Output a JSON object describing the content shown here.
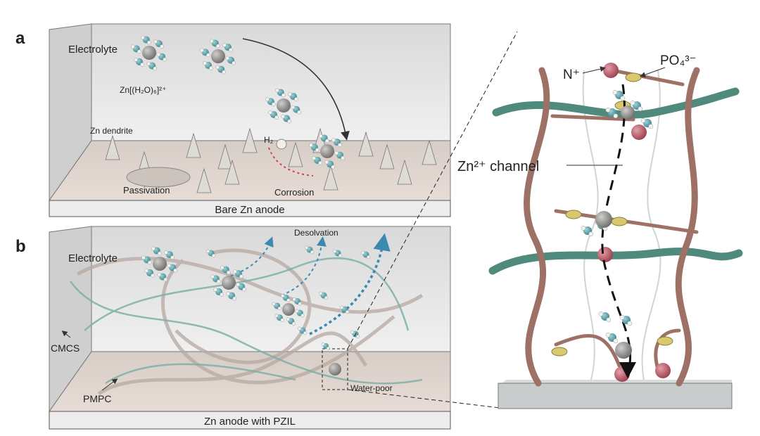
{
  "panel_a": {
    "letter": "a",
    "electrolyte": "Electrolyte",
    "complex": "Zn[(H₂O)₆]²⁺",
    "dendrite": "Zn dendrite",
    "h2": "H₂",
    "passivation": "Passivation",
    "corrosion": "Corrosion",
    "anode": "Bare Zn anode"
  },
  "panel_b": {
    "letter": "b",
    "electrolyte": "Electrolyte",
    "desolvation": "Desolvation",
    "cmcs": "CMCS",
    "pmpc": "PMPC",
    "water_poor": "Water-poor",
    "anode": "Zn anode with PZIL"
  },
  "zoom_panel": {
    "n_plus": "N⁺",
    "phosphate": "PO₄³⁻",
    "channel": "Zn²⁺ channel"
  },
  "colors": {
    "water": "#4f9aa0",
    "zinc": "#8c8a88",
    "cmcs": "#4f8a7c",
    "pmpc": "#a07a6e",
    "n_plus": "#b85a66",
    "phosphate": "#d8c870"
  }
}
